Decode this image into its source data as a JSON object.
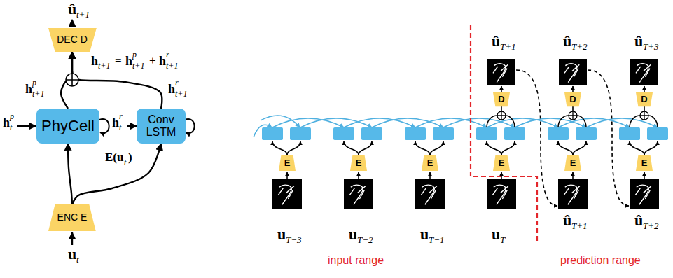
{
  "diagram": {
    "nodes": [
      {
        "text": [
          "DEC D"
        ]
      },
      {
        "text": [
          "PhyCell"
        ]
      },
      {
        "text": [
          "Conv LSTM"
        ]
      },
      {
        "text": [
          "ENC E"
        ]
      },
      {
        "text": [
          "D"
        ]
      },
      {
        "text": [
          "D"
        ]
      },
      {
        "text": [
          "D"
        ]
      },
      {
        "text": [
          "E"
        ]
      },
      {
        "text": [
          "E"
        ]
      },
      {
        "text": [
          "E"
        ]
      },
      {
        "text": [
          "E"
        ]
      },
      {
        "text": [
          "E"
        ]
      },
      {
        "text": [
          "E"
        ]
      }
    ],
    "edges": [
      {
        "from": 3,
        "to": 1,
        "arrow": "to"
      },
      {
        "from": 3,
        "to": 2,
        "arrow": "to"
      },
      {
        "from": 1,
        "to": 0,
        "arrow": "to"
      },
      {
        "from": 2,
        "to": 0,
        "arrow": "to"
      }
    ],
    "labels": [
      "û",
      "t+1",
      "h",
      "t+1",
      "=",
      "h",
      "p",
      "t+1",
      "+",
      "h",
      "r",
      "t+1",
      "h",
      "p",
      "t+1",
      "h",
      "r",
      "t+1",
      "h",
      "p",
      "t",
      "h",
      "r",
      "t",
      "E(u",
      "t",
      ")",
      "u",
      "t",
      "û",
      "T+1",
      "û",
      "T+2",
      "û",
      "T+3",
      "u",
      "T−3",
      "u",
      "T−2",
      "u",
      "T−1",
      "u",
      "T",
      "û",
      "T+1",
      "û",
      "T+2",
      "input range",
      "prediction range"
    ]
  }
}
